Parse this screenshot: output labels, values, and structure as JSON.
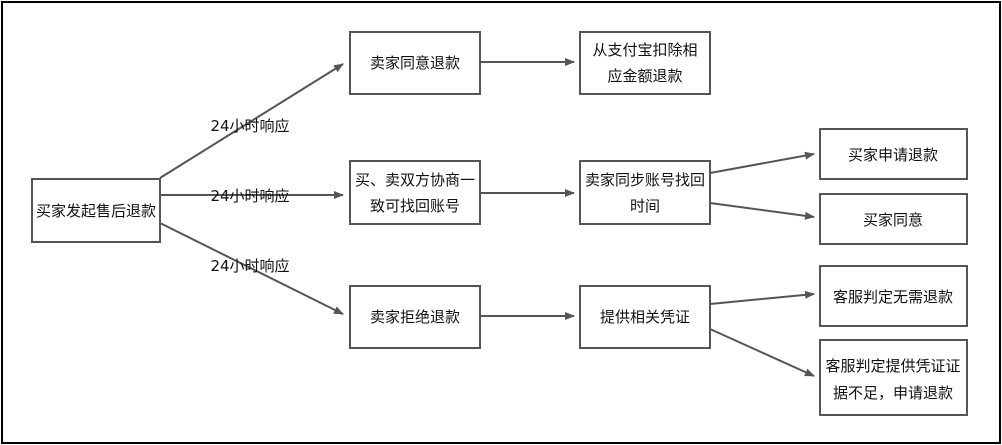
{
  "colors": {
    "box_border": "#555555",
    "line": "#555555",
    "text": "#111111",
    "frame": "#000000"
  },
  "nodes": {
    "start": [
      "买家发起售后退款"
    ],
    "agree": [
      "卖家同意退款"
    ],
    "deduct": [
      "从支付宝扣除相",
      "应金额退款"
    ],
    "negotiate": [
      "买、卖双方协商一",
      "致可找回账号"
    ],
    "sync": [
      "卖家同步账号找回",
      "时间"
    ],
    "buyer_apply": [
      "买家申请退款"
    ],
    "buyer_agree": [
      "买家同意"
    ],
    "refuse": [
      "卖家拒绝退款"
    ],
    "evidence": [
      "提供相关凭证"
    ],
    "cs_no_refund": [
      "客服判定无需退款"
    ],
    "cs_insufficient": [
      "客服判定提供凭证证",
      "据不足，申请退款"
    ]
  },
  "edge_labels": {
    "to_agree": "24小时响应",
    "to_negotiate": "24小时响应",
    "to_refuse": "24小时响应"
  }
}
